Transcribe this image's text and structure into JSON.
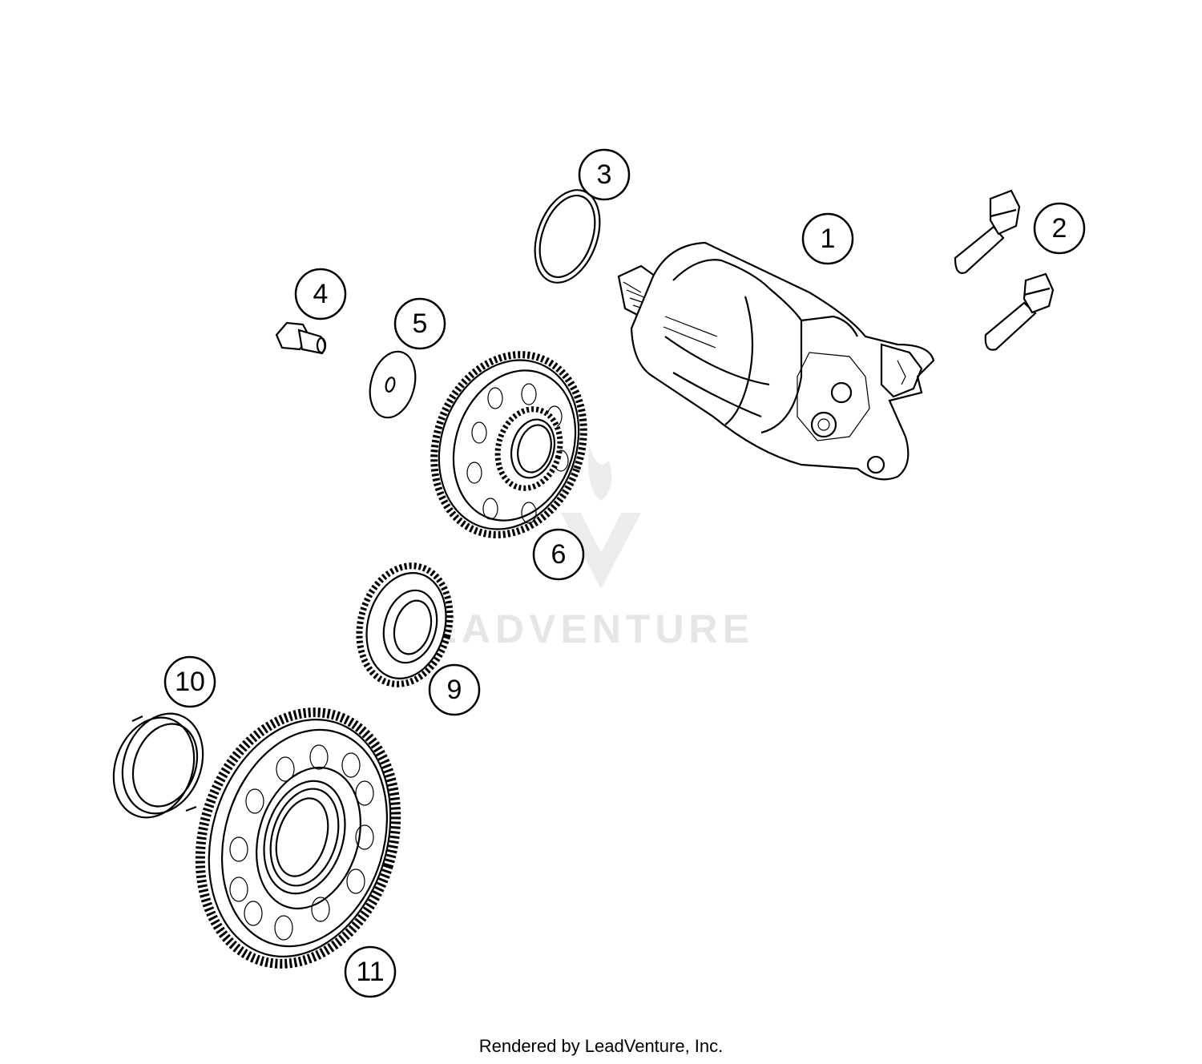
{
  "watermark": {
    "text": "LEADVENTURE"
  },
  "footer": {
    "text": "Rendered by LeadVenture, Inc."
  },
  "callouts": [
    {
      "id": "1",
      "label": "1"
    },
    {
      "id": "2",
      "label": "2"
    },
    {
      "id": "3",
      "label": "3"
    },
    {
      "id": "4",
      "label": "4"
    },
    {
      "id": "5",
      "label": "5"
    },
    {
      "id": "6",
      "label": "6"
    },
    {
      "id": "9",
      "label": "9"
    },
    {
      "id": "10",
      "label": "10"
    },
    {
      "id": "11",
      "label": "11"
    }
  ]
}
